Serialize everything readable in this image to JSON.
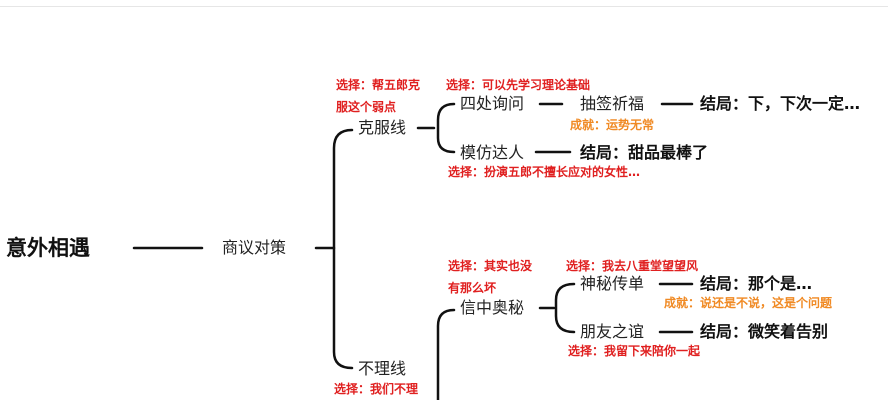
{
  "root": "意外相遇",
  "level1": "商议对策",
  "branch_a": {
    "label": "克服线",
    "choice": [
      "选择：帮五郎克",
      "服这个弱点"
    ],
    "sub1": {
      "label": "四处询问",
      "choice": "选择：可以先学习理论基础",
      "child": "抽签祈福",
      "result": "结局：下，下次一定…",
      "gain": "成就：运势无常"
    },
    "sub2": {
      "label": "模仿达人",
      "result": "结局：甜品最棒了",
      "choice": "选择：扮演五郎不擅长应对的女性…"
    }
  },
  "branch_b": {
    "label": "不理线",
    "choice": "选择：我们不理",
    "sub1": {
      "label": "信中奥秘",
      "choice": [
        "选择：其实也没",
        "有那么坏"
      ],
      "c1": {
        "label": "神秘传单",
        "choice": "选择：我去八重堂望望风",
        "result": "结局：那个是…",
        "gain": "成就：说还是不说，这是个问题"
      },
      "c2": {
        "label": "朋友之谊",
        "result": "结局：微笑着告别",
        "choice": "选择：我留下来陪你一起"
      }
    }
  }
}
